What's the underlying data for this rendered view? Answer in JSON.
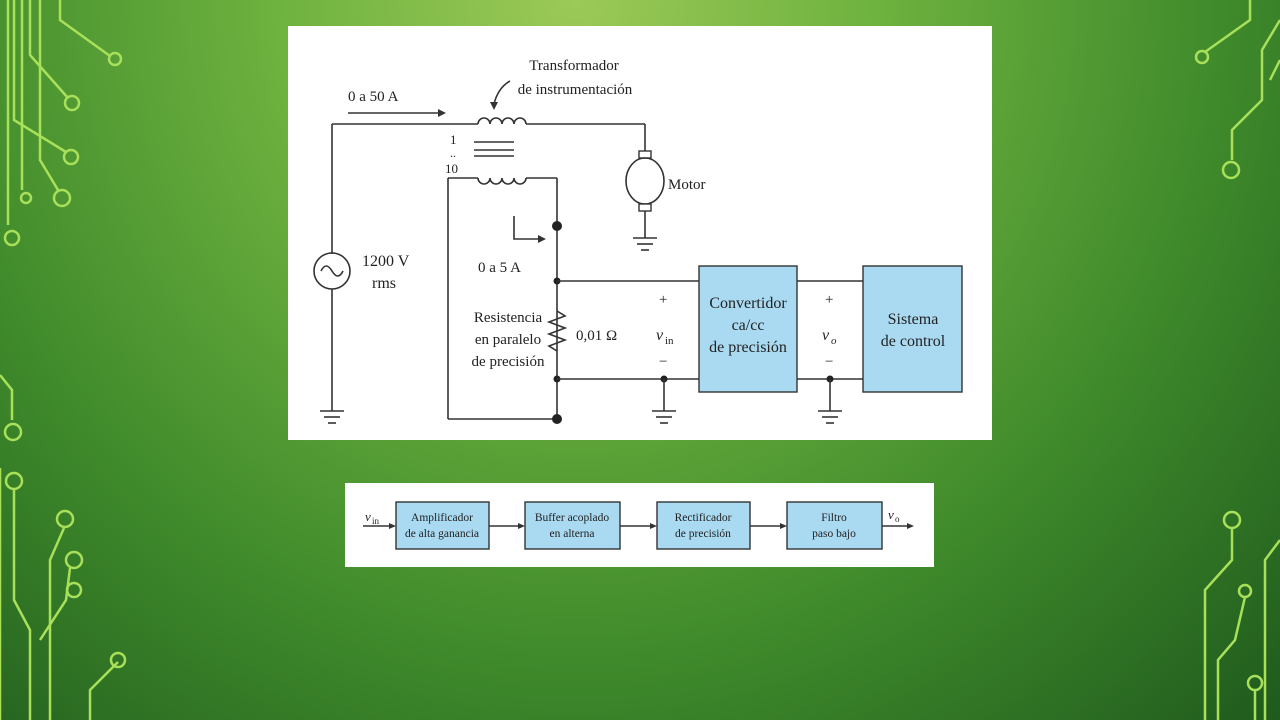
{
  "circuit": {
    "transformer_label": [
      "Transformador",
      "de instrumentación"
    ],
    "primary_current": "0 a 50 A",
    "ratio_top": "1",
    "ratio_sep": "..",
    "ratio_bottom": "10",
    "source_label": [
      "1200 V",
      "rms"
    ],
    "motor_label": "Motor",
    "secondary_current": "0 a 5 A",
    "shunt_label": [
      "Resistencia",
      "en paralelo",
      "de precisión"
    ],
    "shunt_value": "0,01 Ω",
    "vin_plus": "+",
    "vin_var": "v",
    "vin_sub": "in",
    "vin_minus": "−",
    "converter_label": [
      "Convertidor",
      "ca/cc",
      "de precisión"
    ],
    "vo_plus": "+",
    "vo_var": "v",
    "vo_sub": "o",
    "vo_minus": "−",
    "control_label": [
      "Sistema",
      "de control"
    ]
  },
  "block_diagram": {
    "input_var": "v",
    "input_sub": "in",
    "blocks": [
      [
        "Amplificador",
        "de alta ganancia"
      ],
      [
        "Buffer acoplado",
        "en alterna"
      ],
      [
        "Rectificador",
        "de precisión"
      ],
      [
        "Filtro",
        "paso bajo"
      ]
    ],
    "output_var": "v",
    "output_sub": "o"
  },
  "colors": {
    "block_fill": "#a9daf2",
    "accent_lines": "#a8e05a"
  }
}
